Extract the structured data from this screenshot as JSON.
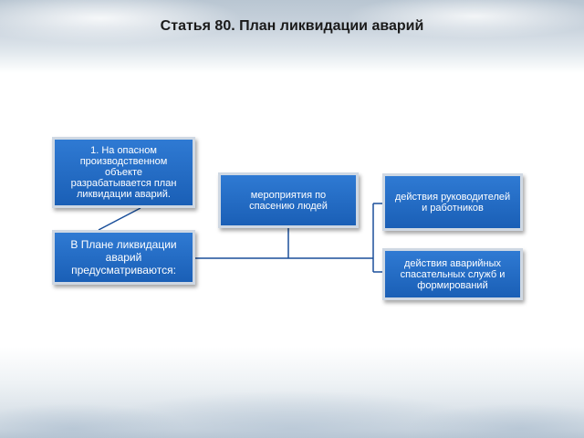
{
  "title": "Статья 80. План ликвидации аварий",
  "colors": {
    "box_fill": "#1f66bf",
    "box_border": "#cfd8e3",
    "connector": "#1a4f9a"
  },
  "nodes": {
    "box1": "1. На опасном\nпроизводственном\nобъекте\nразрабатывается план\nликвидации аварий.",
    "box2": "В Плане ликвидации\nаварий\nпредусматриваются:",
    "box3": "мероприятия по\nспасению людей",
    "box4": "действия руководителей\nи работников",
    "box5": "действия аварийных\nспасательных служб и\nформирований"
  }
}
